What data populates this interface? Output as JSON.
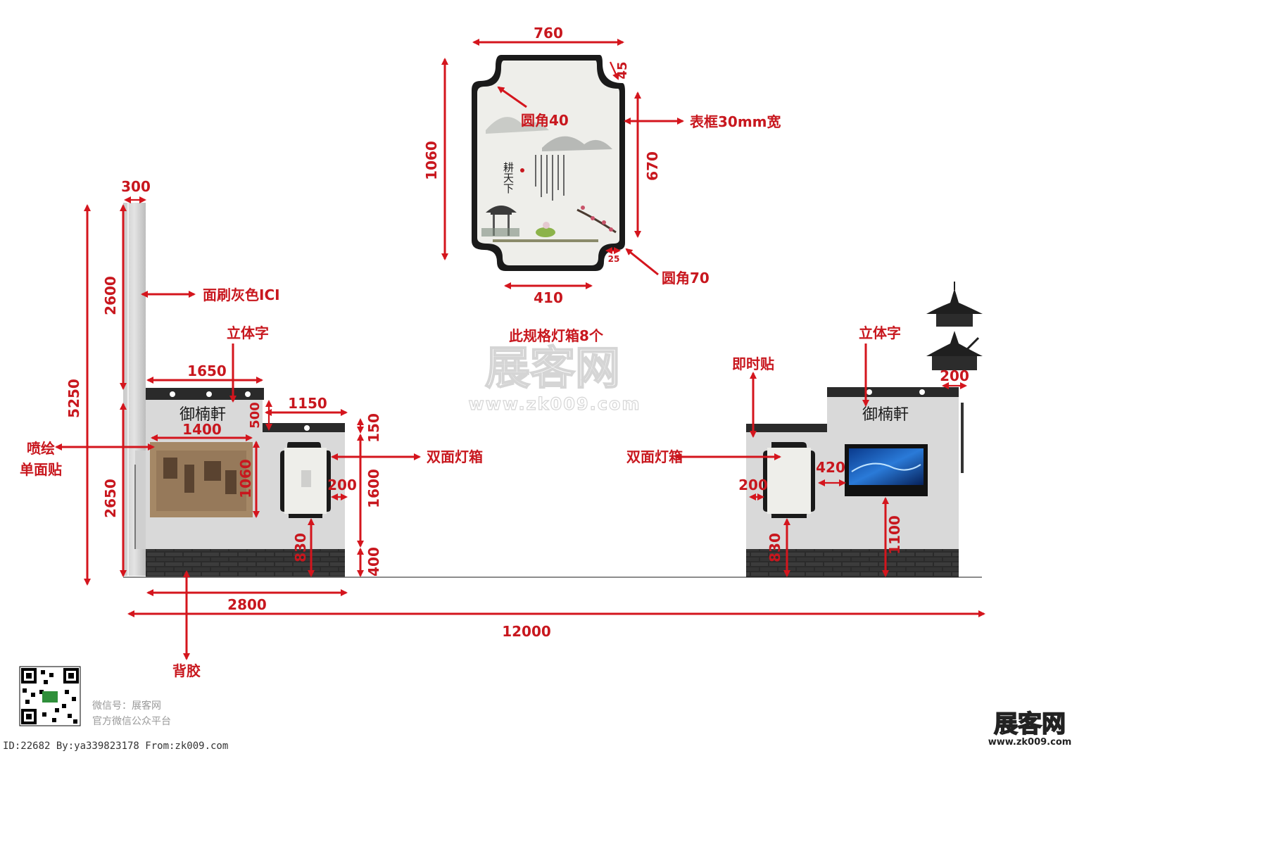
{
  "labels": {
    "top_width": "760",
    "top_corner_notch": "45",
    "round_corner_40": "圆角40",
    "frame_width_note": "表框30mm宽",
    "top_height": "1060",
    "top_inner_height": "670",
    "top_bottom_notch": "25",
    "round_corner_70": "圆角70",
    "top_bottom_width": "410",
    "lightbox_count_note": "此规格灯箱8个",
    "pole_width": "300",
    "pole_height": "2600",
    "paint_note": "面刷灰色ICI",
    "total_height": "5250",
    "lower_height": "2650",
    "left_3d_text": "立体字",
    "right_3d_text": "立体字",
    "width_1650": "1650",
    "width_1150": "1150",
    "height_500": "500",
    "width_1400": "1400",
    "height_150": "150",
    "height_1060_left": "1060",
    "height_1600": "1600",
    "height_400": "400",
    "gap_200_left": "200",
    "height_830_left": "830",
    "spray_print_line1": "喷绘",
    "spray_print_line2": "单面贴",
    "double_lightbox_left": "双面灯箱",
    "double_lightbox_right": "双面灯箱",
    "instant_sticker": "即时贴",
    "width_2800": "2800",
    "total_width": "12000",
    "back_glue": "背胶",
    "gap_200_right": "200",
    "tv_gap_420": "420",
    "height_830_right": "830",
    "height_1100": "1100",
    "pagoda_200": "200",
    "sign_text_left": "御楠軒",
    "sign_text_right": "御楠軒"
  },
  "poster": {
    "calligraphy": "耕天下"
  },
  "watermark": {
    "logo_text": "展客网",
    "url": "www.zk009.com",
    "wechat_line1": "微信号：展客网",
    "wechat_line2": "官方微信公众平台",
    "id_line": "ID:22682 By:ya339823178 From:zk009.com",
    "corner_logo": "展客网",
    "corner_url": "www.zk009.com"
  },
  "colors": {
    "dimension_red": "#d4151d",
    "wall_gray": "#d9d9d9",
    "base_dark": "#2e2e2e",
    "frame_black": "#1a1a1a",
    "poster_bg": "#eeeeea"
  }
}
